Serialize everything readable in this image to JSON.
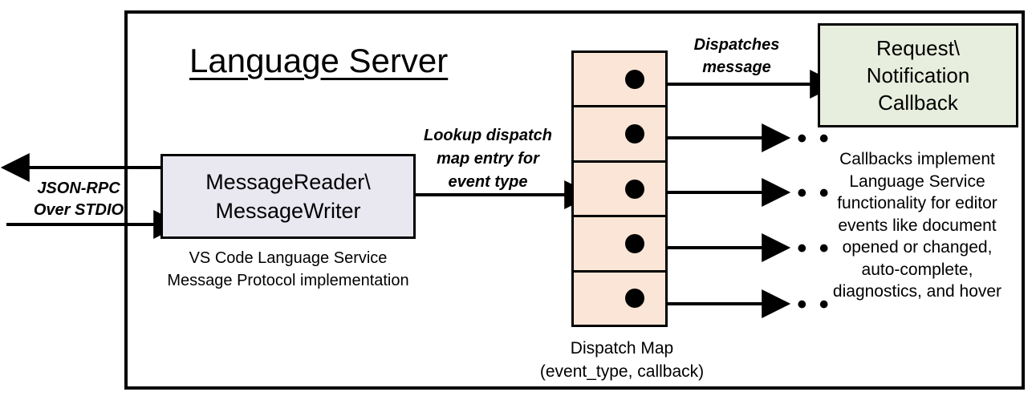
{
  "diagram": {
    "title": "Language Server",
    "container_name": "language-server-boundary"
  },
  "io": {
    "label_line1": "JSON-RPC",
    "label_line2": "Over STDIO",
    "outbound_arrow": "arrow-out-left",
    "inbound_arrow": "arrow-in-right"
  },
  "reader_writer": {
    "line1": "MessageReader\\",
    "line2": "MessageWriter",
    "caption_line1": "VS Code Language Service",
    "caption_line2": "Message Protocol implementation",
    "fill": "#e9e7f0"
  },
  "lookup": {
    "line1": "Lookup dispatch",
    "line2": "map entry for",
    "line3": "event type"
  },
  "dispatch_map": {
    "fill": "#fbe5d6",
    "caption_line1": "Dispatch Map",
    "caption_line2": "(event_type, callback)",
    "rows": [
      {
        "id": "row-1",
        "dot": "entry-dot"
      },
      {
        "id": "row-2",
        "dot": "entry-dot"
      },
      {
        "id": "row-3",
        "dot": "entry-dot"
      },
      {
        "id": "row-4",
        "dot": "entry-dot"
      },
      {
        "id": "row-5",
        "dot": "entry-dot"
      }
    ]
  },
  "dispatches": {
    "line1": "Dispatches",
    "line2": "message"
  },
  "callback": {
    "line1": "Request\\",
    "line2": "Notification",
    "line3": "Callback",
    "fill": "#e8eedd",
    "caption_line1": "Callbacks implement",
    "caption_line2": "Language Service",
    "caption_line3": "functionality for editor",
    "caption_line4": "events like document",
    "caption_line5": "opened or changed,",
    "caption_line6": "auto-complete,",
    "caption_line7": "diagnostics, and hover"
  },
  "ellipses": {
    "glyph": "• • •",
    "items": [
      {
        "id": "ellipsis-1"
      },
      {
        "id": "ellipsis-2"
      },
      {
        "id": "ellipsis-3"
      },
      {
        "id": "ellipsis-4"
      }
    ]
  },
  "colors": {
    "stroke": "#000000",
    "background": "#ffffff"
  }
}
